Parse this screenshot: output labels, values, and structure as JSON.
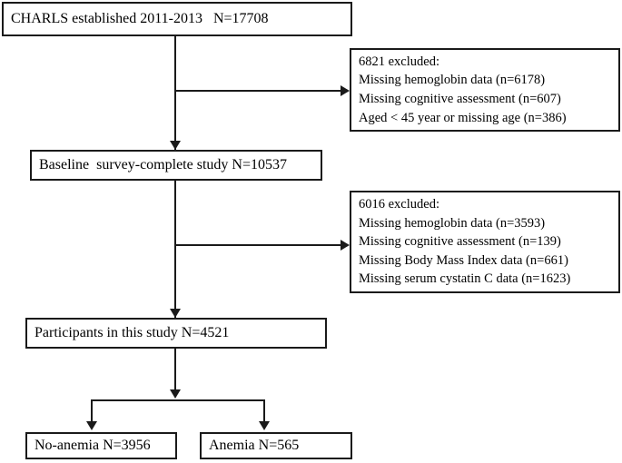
{
  "diagram": {
    "title": "CHARLS participant selection flowchart",
    "stroke_color": "#1a1a1a",
    "background_color": "#ffffff",
    "nodes": {
      "cohort": {
        "text": "CHARLS established 2011-2013   N=17708"
      },
      "baseline": {
        "text": "Baseline  survey-complete study N=10537"
      },
      "included": {
        "text": "Participants in this study N=4521"
      },
      "no_anemia": {
        "text": "No-anemia N=3956"
      },
      "anemia": {
        "text": "Anemia N=565"
      },
      "excluded_1": {
        "lines": [
          "6821 excluded:",
          "Missing hemoglobin data (n=6178)",
          "Missing cognitive assessment (n=607)",
          "Aged < 45 year or missing age (n=386)"
        ]
      },
      "excluded_2": {
        "lines": [
          "6016 excluded:",
          "Missing hemoglobin data (n=3593)",
          "Missing cognitive assessment (n=139)",
          "Missing Body Mass Index data (n=661)",
          "Missing serum cystatin C data (n=1623)"
        ]
      }
    }
  }
}
